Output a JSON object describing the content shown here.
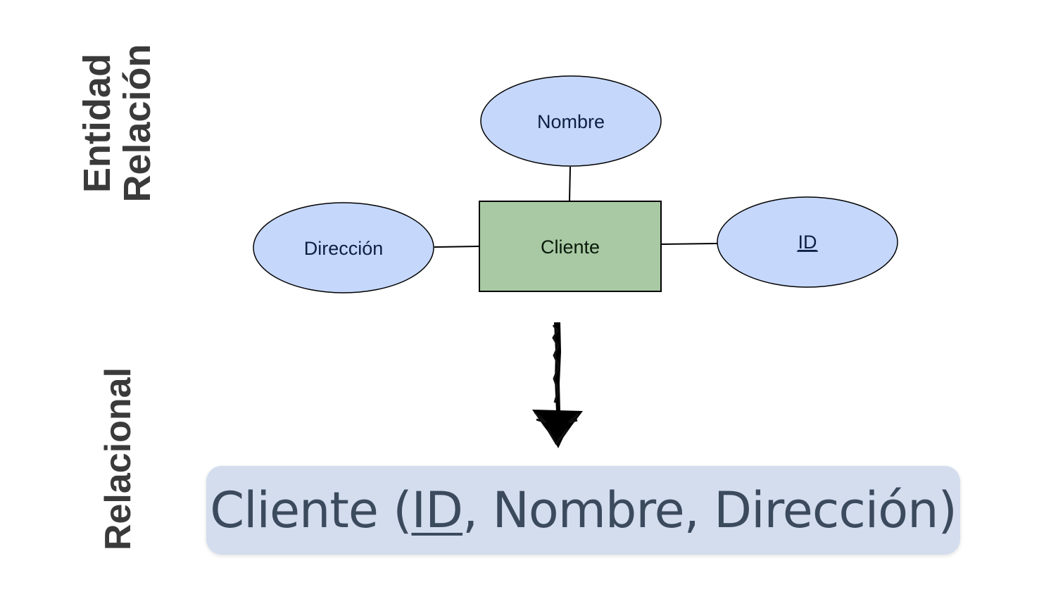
{
  "labels": {
    "er_line1": "Entidad",
    "er_line2": "Relación",
    "relational": "Relacional"
  },
  "er_diagram": {
    "entity": "Cliente",
    "attributes": {
      "top": "Nombre",
      "left": "Dirección",
      "right": "ID"
    },
    "primary_key": "ID"
  },
  "relational_schema": {
    "table": "Cliente",
    "open": " (",
    "primary_key": "ID",
    "rest": ", Nombre, Dirección)"
  },
  "colors": {
    "attribute_fill": "#c5d7fb",
    "entity_fill": "#a9c9a4",
    "schema_box": "#d3ddee",
    "label_text": "#3a3a3a",
    "schema_text": "#3c4a5e"
  },
  "icons": {
    "arrow": "arrow-down-icon"
  }
}
